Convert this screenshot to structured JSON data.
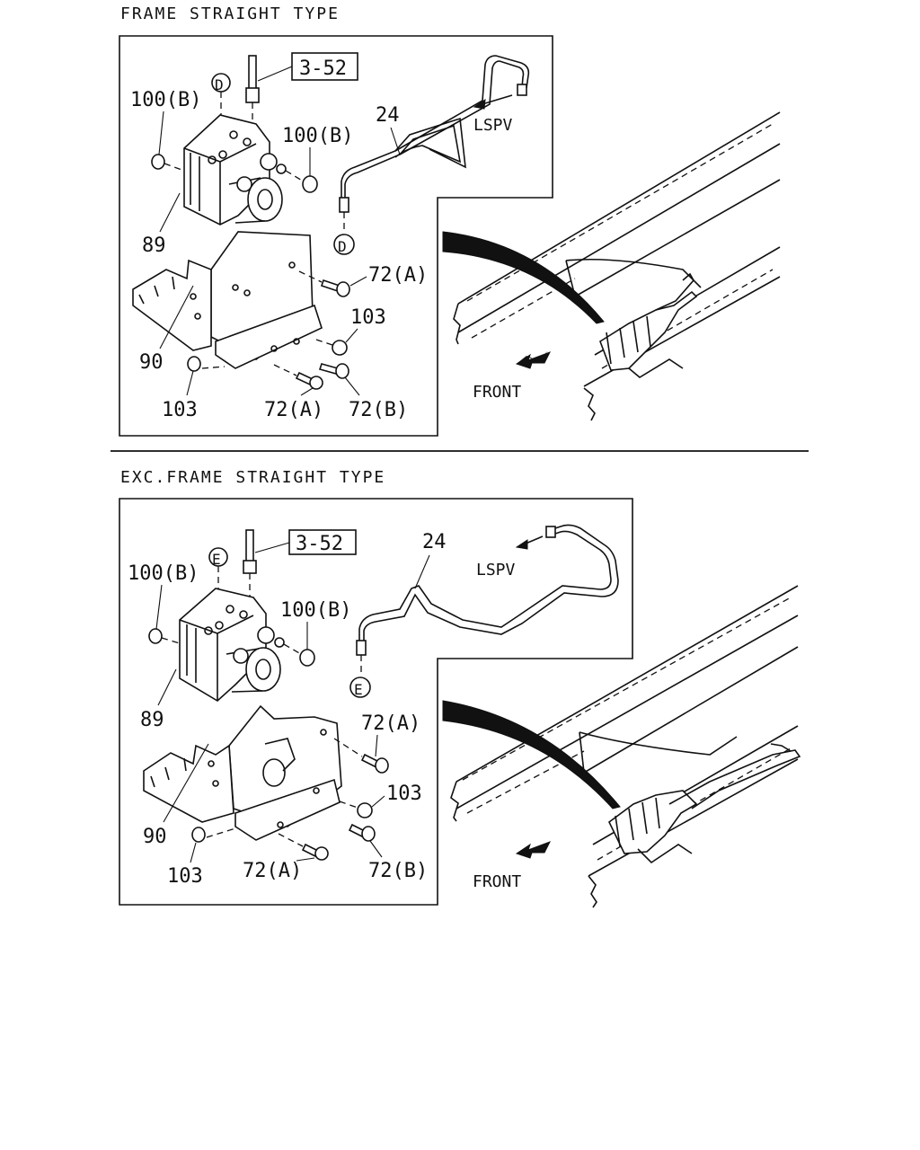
{
  "sections": [
    {
      "title": "FRAME STRAIGHT TYPE",
      "ref_box": "3-52",
      "conn": "D",
      "labels": {
        "l100a": "100(B)",
        "l100b": "100(B)",
        "l24": "24",
        "lspv": "LSPV",
        "l89": "89",
        "l72a": "72(A)",
        "l103a": "103",
        "l90": "90",
        "l103b": "103",
        "l72b": "72(A)",
        "l72c": "72(B)",
        "front": "FRONT"
      }
    },
    {
      "title": "EXC.FRAME STRAIGHT TYPE",
      "ref_box": "3-52",
      "conn": "E",
      "labels": {
        "l100a": "100(B)",
        "l100b": "100(B)",
        "l24": "24",
        "lspv": "LSPV",
        "l89": "89",
        "l72a": "72(A)",
        "l103a": "103",
        "l90": "90",
        "l103b": "103",
        "l72b": "72(A)",
        "l72c": "72(B)",
        "front": "FRONT"
      }
    }
  ]
}
